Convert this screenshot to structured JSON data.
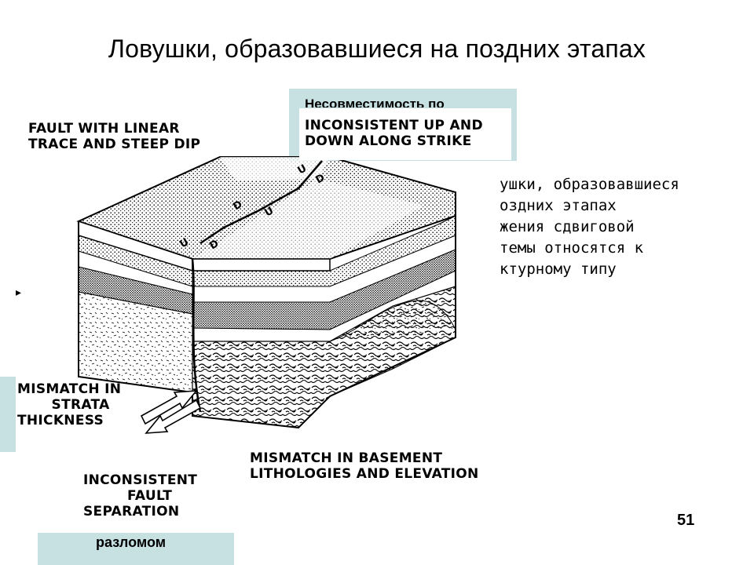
{
  "slide": {
    "title": "Ловушки, образовавшиеся на поздних этапах",
    "page_number": "51",
    "callout_ru_clipped": "Несовместимость по",
    "label_fault_linear": "FAULT WITH LINEAR\nTRACE AND STEEP DIP",
    "label_inconsistent_updown": "INCONSISTENT UP AND\nDOWN ALONG STRIKE",
    "label_mismatch_strata": "MISMATCH IN\n       STRATA\nTHICKNESS",
    "label_mismatch_basement": "MISMATCH IN BASEMENT\nLITHOLOGIES AND ELEVATION",
    "label_inconsistent_fault": "INCONSISTENT\n         FAULT\nSEPARATION",
    "ru_bottom_label": "разломом",
    "side_text": "ушки, образовавшиеся\nоздних этапах\nжения сдвиговой\nтемы относятся к\nктурному типу",
    "stray_mark": "▸"
  },
  "colors": {
    "teal_box": "#c7e1e3",
    "ink": "#000000",
    "background": "#ffffff"
  }
}
